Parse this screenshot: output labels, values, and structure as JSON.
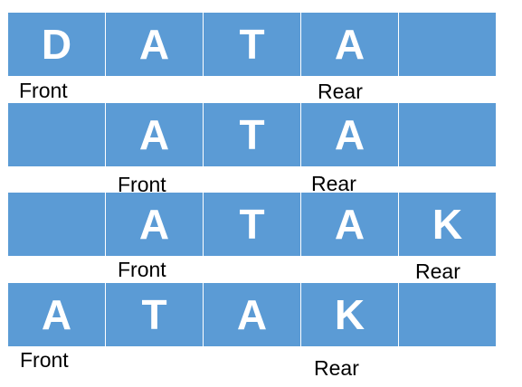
{
  "rows": [
    {
      "cells": [
        "D",
        "A",
        "T",
        "A",
        ""
      ],
      "front_label": "Front",
      "rear_label": "Rear"
    },
    {
      "cells": [
        "",
        "A",
        "T",
        "A",
        ""
      ],
      "front_label": "Front",
      "rear_label": "Rear"
    },
    {
      "cells": [
        "",
        "A",
        "T",
        "A",
        "K"
      ],
      "front_label": "Front",
      "rear_label": "Rear"
    },
    {
      "cells": [
        "A",
        "T",
        "A",
        "K",
        ""
      ],
      "front_label": "Front",
      "rear_label": "Rear"
    }
  ],
  "colors": {
    "cell_fill": "#5B9BD5",
    "cell_text": "#FFFFFF",
    "label_text": "#000000"
  }
}
